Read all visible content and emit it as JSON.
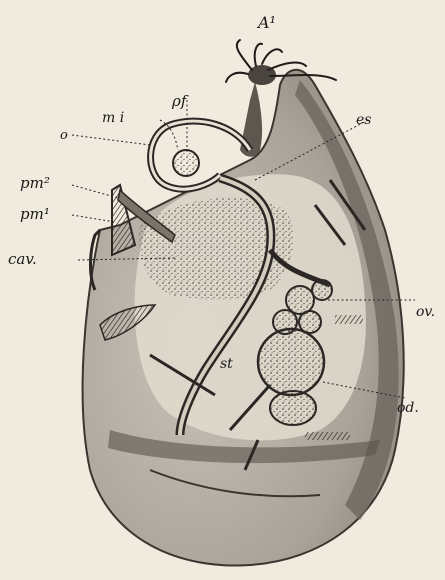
{
  "figure": {
    "labels": {
      "A1": "A¹",
      "mi": "m i",
      "pf": "ρf",
      "o": "o",
      "es": "es",
      "pm2": "pm²",
      "pm1": "pm¹",
      "cav": "cav.",
      "ov": "ov.",
      "st": "st",
      "od": "od."
    }
  },
  "colors": {
    "paper": "#f1ebdf",
    "body_fill": "#b9b2a8",
    "dark_outline": "#3a3530",
    "ink": "#1a1a1a"
  }
}
